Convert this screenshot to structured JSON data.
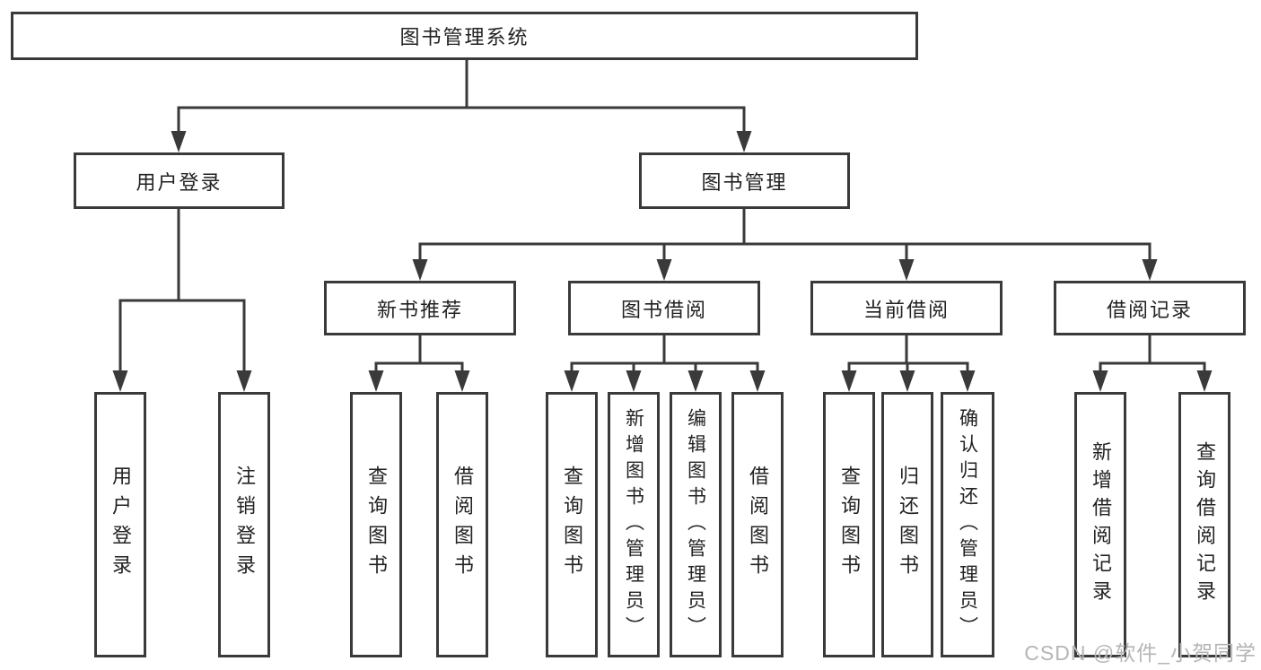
{
  "tree": {
    "label": "图书管理系统",
    "children": [
      {
        "label": "用户登录",
        "children": [
          {
            "label": "用户登录"
          },
          {
            "label": "注销登录"
          }
        ]
      },
      {
        "label": "图书管理",
        "children": [
          {
            "label": "新书推荐",
            "children": [
              {
                "label": "查询图书"
              },
              {
                "label": "借阅图书"
              }
            ]
          },
          {
            "label": "图书借阅",
            "children": [
              {
                "label": "查询图书"
              },
              {
                "label": "新增图书（管理员）"
              },
              {
                "label": "编辑图书（管理员）"
              },
              {
                "label": "借阅图书"
              }
            ]
          },
          {
            "label": "当前借阅",
            "children": [
              {
                "label": "查询图书"
              },
              {
                "label": "归还图书"
              },
              {
                "label": "确认归还（管理员）"
              }
            ]
          },
          {
            "label": "借阅记录",
            "children": [
              {
                "label": "新增借阅记录"
              },
              {
                "label": "查询借阅记录"
              }
            ]
          }
        ]
      }
    ]
  },
  "watermark": {
    "text": "CSDN @软件_小贺同学"
  },
  "colors": {
    "line": "#3a3a3a",
    "box_border": "#3a3a3a",
    "box_fill": "#ffffff",
    "text": "#222222",
    "watermark": "#b5b5b5",
    "background": "#ffffff"
  }
}
